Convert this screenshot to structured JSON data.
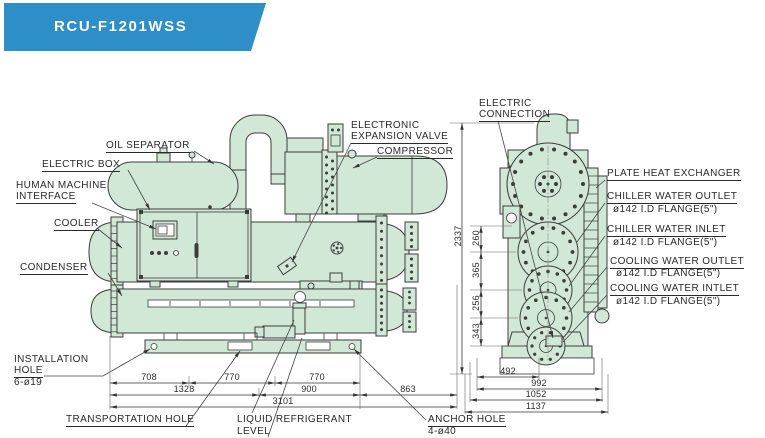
{
  "title": {
    "model": "RCU-F1201WSS"
  },
  "colors": {
    "banner_blue": "#2e8ec7",
    "machine_fill": "#d2e8d6",
    "line_color": "#3c3c3c"
  },
  "front_view": {
    "callouts": {
      "oil_separator": "OIL SEPARATOR",
      "electric_box": "ELECTRIC BOX",
      "hmi_line1": "HUMAN MACHINE",
      "hmi_line2": "INTERFACE",
      "cooler": "COOLER",
      "condenser": "CONDENSER",
      "installation_line1": "INSTALLATION",
      "installation_line2": "HOLE",
      "installation_line3": "6-ø19",
      "transportation_hole": "TRANSPORTATION HOLE",
      "liquid_line1": "LIQUID REFRIGERANT",
      "liquid_line2": "LEVEL",
      "anchor_line1": "ANCHOR HOLE",
      "anchor_line2": "4-ø40",
      "eev_line1": "ELECTRONIC",
      "eev_line2": "EXPANSION VALVE",
      "compressor": "COMPRESSOR"
    },
    "dimensions": {
      "d708": "708",
      "d770a": "770",
      "d770b": "770",
      "d1328": "1328",
      "d900": "900",
      "d863": "863",
      "d3101": "3101"
    }
  },
  "side_view": {
    "callouts": {
      "ec_line1": "ELECTRIC",
      "ec_line2": "CONNECTION",
      "plate_heat_exchanger": "PLATE HEAT EXCHANGER",
      "chiller_water_outlet": "CHILLER WATER OUTLET",
      "chiller_water_outlet_flange": "ø142 I.D FLANGE(5\")",
      "chiller_water_inlet": "CHILLER WATER INLET",
      "chiller_water_inlet_flange": "ø142 I.D FLANGE(5\")",
      "cooling_water_outlet": "COOLING WATER OUTLET",
      "cooling_water_outlet_flange": "ø142 I.D FLANGE(5\")",
      "cooling_water_inlet": "COOLING WATER INTLET",
      "cooling_water_inlet_flange": "ø142 I.D FLANGE(5\")"
    },
    "dimensions": {
      "d2337": "2337",
      "d260": "260",
      "d365": "365",
      "d256": "256",
      "d343": "343",
      "d492": "492",
      "d992": "992",
      "d1052": "1052",
      "d1137": "1137"
    }
  }
}
